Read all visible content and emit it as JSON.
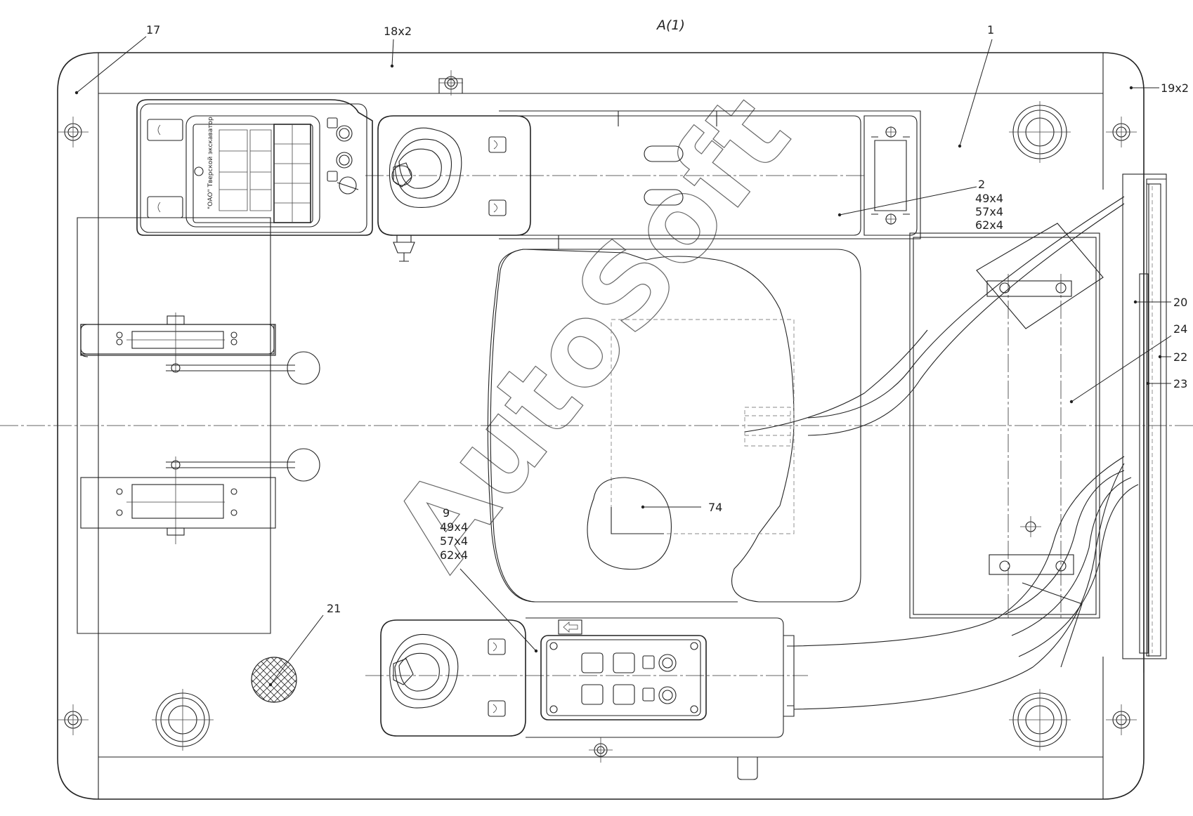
{
  "view_title": "A(1)",
  "watermark": "AutoSoft",
  "panel_label": {
    "lines": [
      "\"ОАО\" Тверской экскаватор"
    ]
  },
  "callouts": [
    {
      "id": "c17",
      "label": "17"
    },
    {
      "id": "c18",
      "label": "18x2"
    },
    {
      "id": "c1",
      "label": "1"
    },
    {
      "id": "c19",
      "label": "19x2"
    },
    {
      "id": "c2",
      "label": "2",
      "sub": [
        "49x4",
        "57x4",
        "62x4"
      ]
    },
    {
      "id": "c20",
      "label": "20"
    },
    {
      "id": "c24",
      "label": "24"
    },
    {
      "id": "c22",
      "label": "22"
    },
    {
      "id": "c23",
      "label": "23"
    },
    {
      "id": "c74",
      "label": "74"
    },
    {
      "id": "c9",
      "label": "9",
      "sub": [
        "49x4",
        "57x4",
        "62x4"
      ]
    },
    {
      "id": "c21",
      "label": "21"
    }
  ]
}
